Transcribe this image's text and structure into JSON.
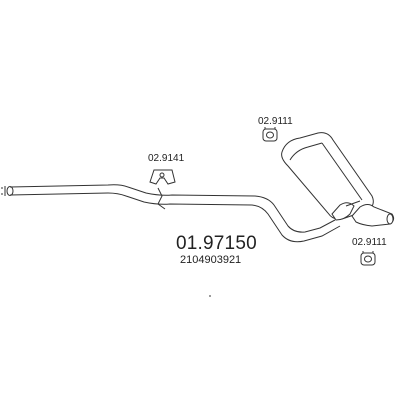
{
  "diagram": {
    "main_part_number": "01.97150",
    "oem_number": "2104903921",
    "callouts": [
      {
        "id": "clamp-front",
        "label": "02.9141"
      },
      {
        "id": "hanger-top",
        "label": "02.9111"
      },
      {
        "id": "hanger-bottom",
        "label": "02.9111"
      }
    ]
  }
}
